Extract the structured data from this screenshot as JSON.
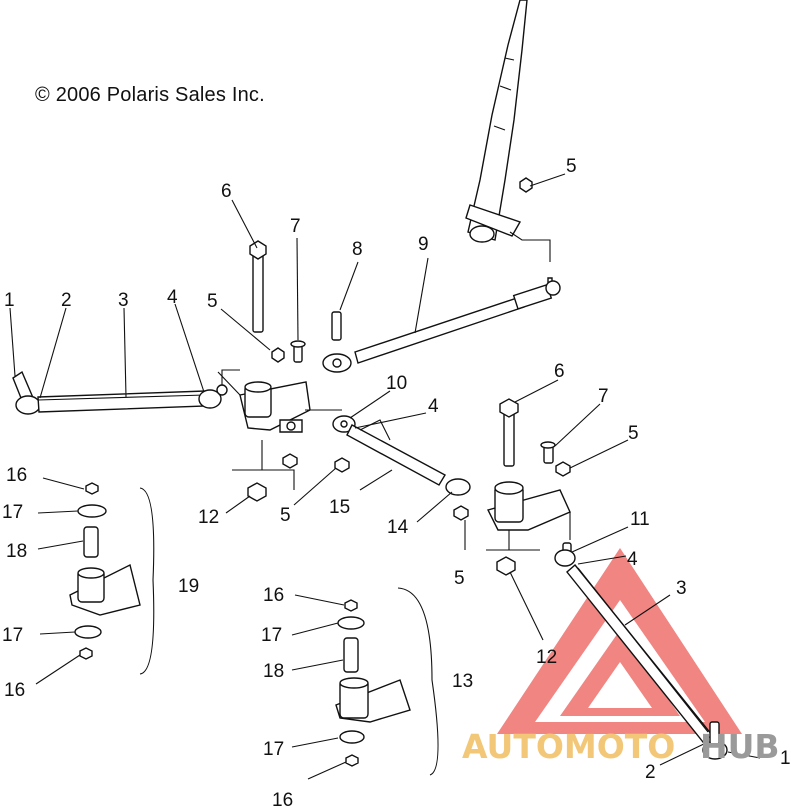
{
  "copyright": "© 2006 Polaris Sales Inc.",
  "callouts": [
    {
      "key": "c1a",
      "label": "1"
    },
    {
      "key": "c2a",
      "label": "2"
    },
    {
      "key": "c3a",
      "label": "3"
    },
    {
      "key": "c4a",
      "label": "4"
    },
    {
      "key": "c5a",
      "label": "5"
    },
    {
      "key": "c6a",
      "label": "6"
    },
    {
      "key": "c7a",
      "label": "7"
    },
    {
      "key": "c8",
      "label": "8"
    },
    {
      "key": "c9",
      "label": "9"
    },
    {
      "key": "c5b",
      "label": "5"
    },
    {
      "key": "c10",
      "label": "10"
    },
    {
      "key": "c4b",
      "label": "4"
    },
    {
      "key": "c6b",
      "label": "6"
    },
    {
      "key": "c7b",
      "label": "7"
    },
    {
      "key": "c5c",
      "label": "5"
    },
    {
      "key": "c16a",
      "label": "16"
    },
    {
      "key": "c17a",
      "label": "17"
    },
    {
      "key": "c18a",
      "label": "18"
    },
    {
      "key": "c19",
      "label": "19"
    },
    {
      "key": "c17b",
      "label": "17"
    },
    {
      "key": "c16b",
      "label": "16"
    },
    {
      "key": "c12a",
      "label": "12"
    },
    {
      "key": "c5d",
      "label": "5"
    },
    {
      "key": "c15",
      "label": "15"
    },
    {
      "key": "c14",
      "label": "14"
    },
    {
      "key": "c11",
      "label": "11"
    },
    {
      "key": "c4c",
      "label": "4"
    },
    {
      "key": "c3b",
      "label": "3"
    },
    {
      "key": "c5e",
      "label": "5"
    },
    {
      "key": "c12b",
      "label": "12"
    },
    {
      "key": "c16c",
      "label": "16"
    },
    {
      "key": "c17c",
      "label": "17"
    },
    {
      "key": "c18b",
      "label": "18"
    },
    {
      "key": "c13",
      "label": "13"
    },
    {
      "key": "c17d",
      "label": "17"
    },
    {
      "key": "c16d",
      "label": "16"
    },
    {
      "key": "c2b",
      "label": "2"
    },
    {
      "key": "c1b",
      "label": "1"
    }
  ],
  "watermark": {
    "word_part1": "AUTOMOTO",
    "word_part2": "HUB",
    "color_triangle": "#e8413c",
    "color_text1": "#f2c878",
    "color_text2": "#9a9a9a",
    "icon": "warning-triangle-logo"
  }
}
